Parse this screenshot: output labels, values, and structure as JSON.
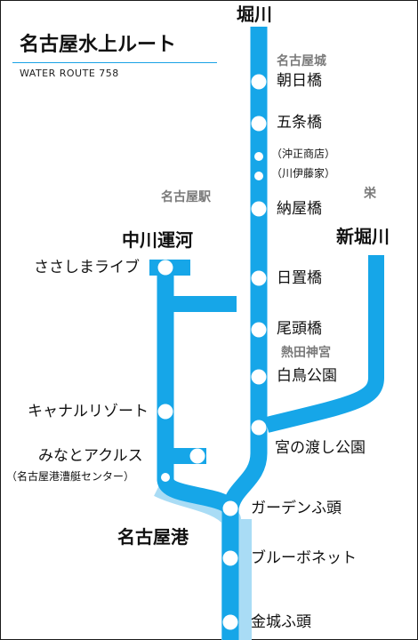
{
  "title": "名古屋水上ルート",
  "subtitle": "WATER ROUTE 758",
  "colors": {
    "route": "#16a6e8",
    "route_shadow": "#a9dcf5",
    "stop": "#ffffff",
    "landmark": "#7a7a7a"
  },
  "rivers": {
    "horikawa": "堀川",
    "nakagawa_canal": "中川運河",
    "shinhorikawa": "新堀川",
    "nagoya_port": "名古屋港"
  },
  "landmarks": {
    "nagoya_castle": "名古屋城",
    "nagoya_station": "名古屋駅",
    "sakae": "栄",
    "atsuta_jingu": "熱田神宮"
  },
  "stops": {
    "asahibashi": "朝日橋",
    "gojobashi": "五条橋",
    "okisho": "（沖正商店）",
    "kawaito": "（川伊藤家）",
    "nayabashi": "納屋橋",
    "hiokibashi": "日置橋",
    "bitobashi": "尾頭橋",
    "shiratori": "白鳥公園",
    "miyanowatashi": "宮の渡し公園",
    "sasashima": "ささしまライブ",
    "canal_resort": "キャナルリゾート",
    "minato_aquls": "みなとアクルス",
    "minato_aquls_note": "（名古屋港漕艇センター）",
    "garden_pier": "ガーデンふ頭",
    "blue_bonnet": "ブルーボネット",
    "kinjo_pier": "金城ふ頭"
  }
}
